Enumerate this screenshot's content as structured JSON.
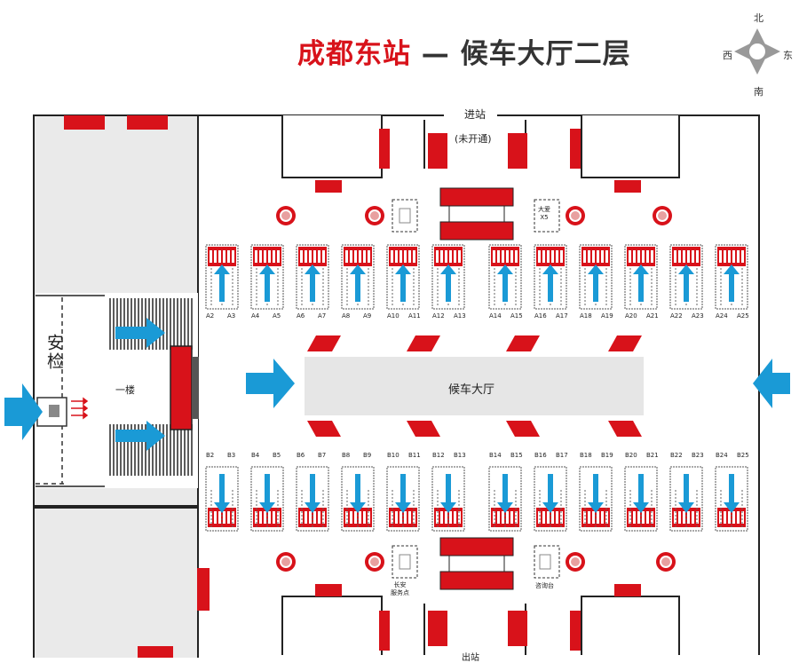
{
  "title": {
    "station": "成都东站",
    "dash": " — ",
    "floor": "候车大厅二层"
  },
  "compass": {
    "north": "北",
    "south": "南",
    "east": "东",
    "west": "西"
  },
  "map": {
    "entrance_label": "进站",
    "entrance_status": "(未开通)",
    "security_label": "安检",
    "first_floor_label": "一楼",
    "hall_label": "候车大厅",
    "service_top": "大爱\nX5",
    "service_bottom_left": "长安\n服务点",
    "service_bottom_right": "咨询台",
    "bottom_exit_label": "出站"
  },
  "gates_top": [
    [
      "A2",
      "A3"
    ],
    [
      "A4",
      "A5"
    ],
    [
      "A6",
      "A7"
    ],
    [
      "A8",
      "A9"
    ],
    [
      "A10",
      "A11"
    ],
    [
      "A12",
      "A13"
    ],
    [
      "A14",
      "A15"
    ],
    [
      "A16",
      "A17"
    ],
    [
      "A18",
      "A19"
    ],
    [
      "A20",
      "A21"
    ],
    [
      "A22",
      "A23"
    ],
    [
      "A24",
      "A25"
    ]
  ],
  "gates_bottom": [
    [
      "B2",
      "B3"
    ],
    [
      "B4",
      "B5"
    ],
    [
      "B6",
      "B7"
    ],
    [
      "B8",
      "B9"
    ],
    [
      "B10",
      "B11"
    ],
    [
      "B12",
      "B13"
    ],
    [
      "B14",
      "B15"
    ],
    [
      "B16",
      "B17"
    ],
    [
      "B18",
      "B19"
    ],
    [
      "B20",
      "B21"
    ],
    [
      "B22",
      "B23"
    ],
    [
      "B24",
      "B25"
    ]
  ],
  "colors": {
    "red": "#d8121a",
    "blue": "#1a9ad6",
    "hall": "#e6e6e6",
    "wall": "#222222"
  }
}
